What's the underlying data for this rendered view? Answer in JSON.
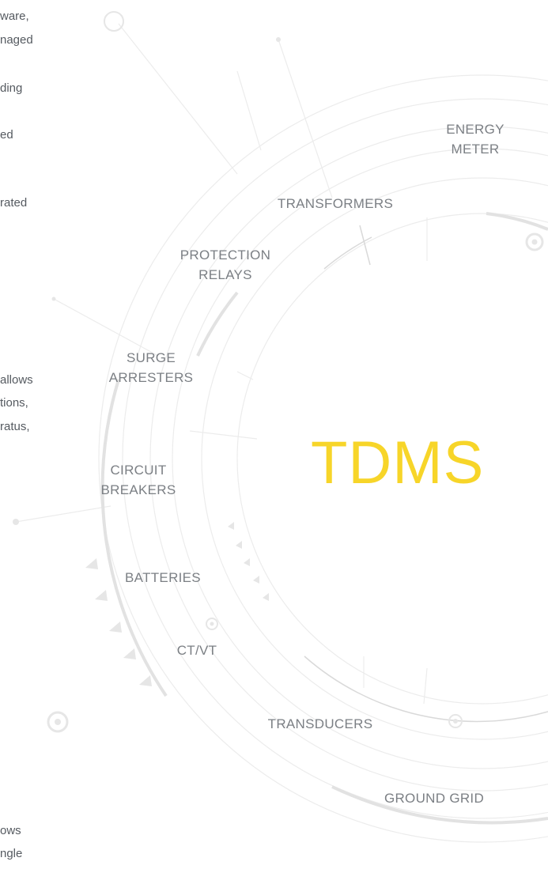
{
  "left_text_fragments": [
    "ware,",
    "naged",
    "ding",
    "ed",
    "rated",
    "allows",
    "tions,",
    "ratus,",
    "ows",
    "ngle"
  ],
  "center": {
    "title": "TDMS",
    "color": "#f7d529"
  },
  "labels": {
    "energy_meter": [
      "ENERGY",
      "METER"
    ],
    "transformers": [
      "TRANSFORMERS"
    ],
    "protection_relays": [
      "PROTECTION",
      "RELAYS"
    ],
    "surge_arresters": [
      "SURGE",
      "ARRESTERS"
    ],
    "circuit_breakers": [
      "CIRCUIT",
      "BREAKERS"
    ],
    "batteries": [
      "BATTERIES"
    ],
    "ct_vt": [
      "CT/VT"
    ],
    "transducers": [
      "TRANSDUCERS"
    ],
    "ground_grid": [
      "GROUND GRID"
    ]
  },
  "colors": {
    "label": "#7b7f84",
    "body_text": "#555a60",
    "lines": "#e4e4e4",
    "accent": "#f7d529"
  }
}
